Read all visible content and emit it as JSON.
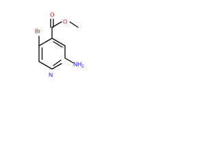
{
  "molecule": {
    "atoms": {
      "br": {
        "text": "Br",
        "color": "#8b2d1d"
      },
      "o_carbonyl": {
        "text": "O",
        "color": "#ff0000"
      },
      "o_ester": {
        "text": "O",
        "color": "#ff0000"
      },
      "n_ring": {
        "text": "N",
        "color": "#0000ff"
      },
      "n_amine": {
        "text": "NH",
        "subscript": "2",
        "color": "#0000ff"
      }
    }
  }
}
